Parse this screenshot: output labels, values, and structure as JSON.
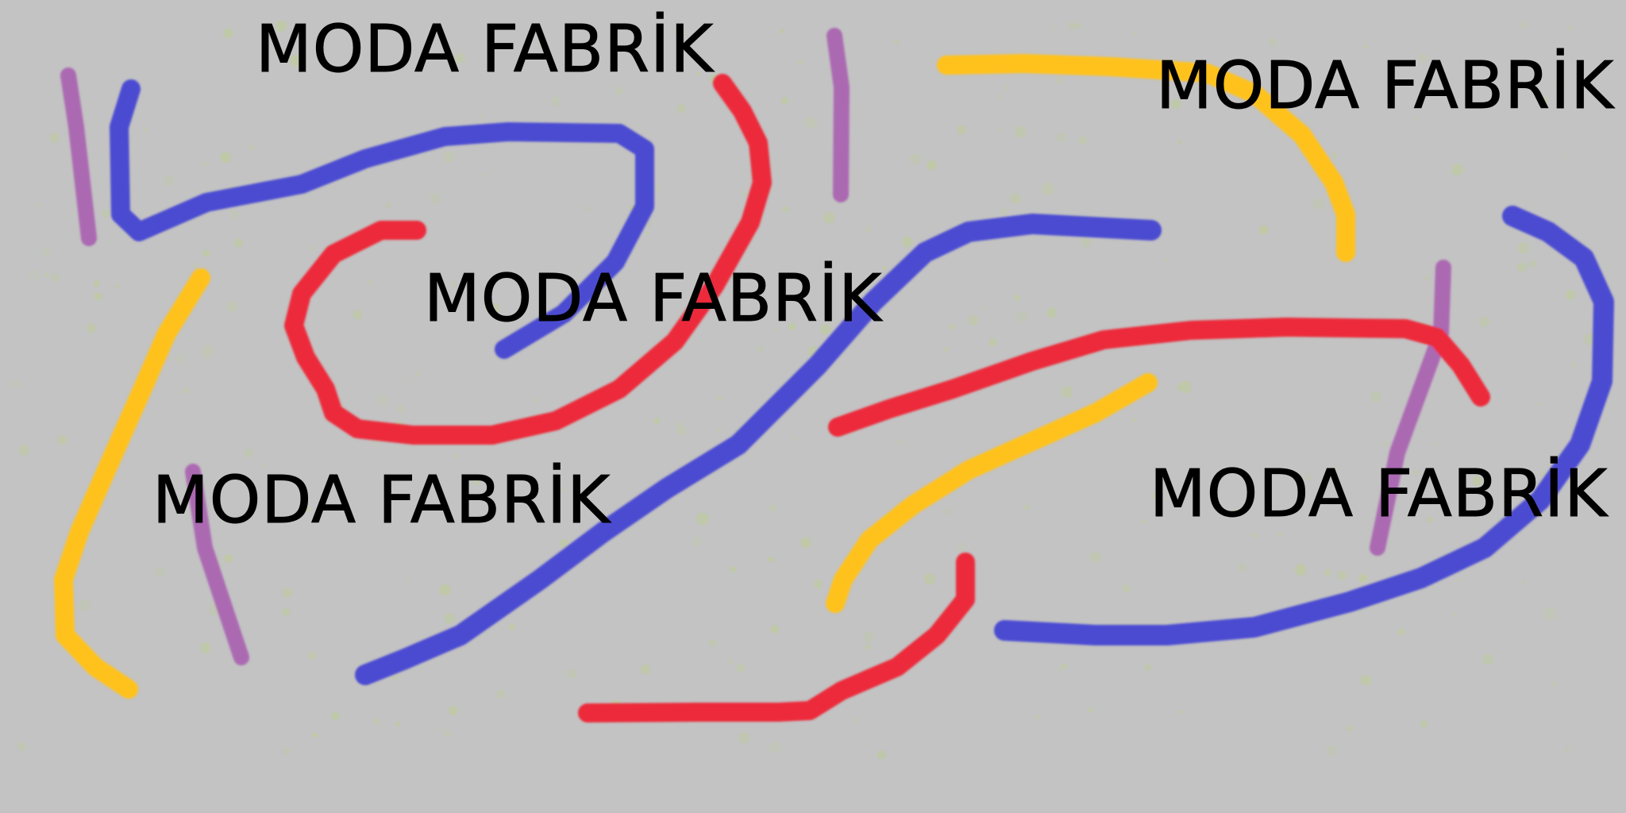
{
  "labels": [
    {
      "text": "MODA FABRİK"
    },
    {
      "text": "MODA FABRİK"
    },
    {
      "text": "MODA FABRİK"
    },
    {
      "text": "MODA FABRİK"
    },
    {
      "text": "MODA FABRİK"
    }
  ],
  "colors": {
    "background": "#c3c3c3",
    "blue": "#4b4bd2",
    "red": "#ec2a3a",
    "yellow": "#ffc21e",
    "purple": "#a75aaf",
    "dots": "#b9d27a",
    "letter_fill": "#f5b4cc"
  }
}
